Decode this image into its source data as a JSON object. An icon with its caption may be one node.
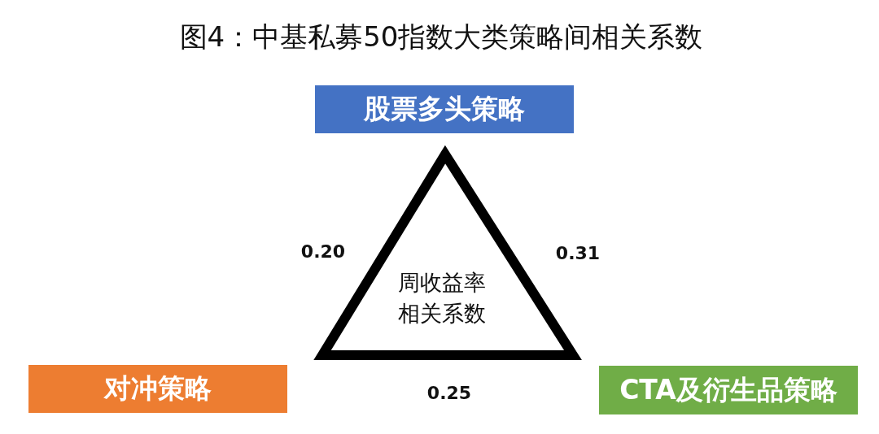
{
  "diagram": {
    "title": "图4：中基私募50指数大类策略间相关系数",
    "nodes": [
      {
        "text": [
          "股票多头策略"
        ]
      },
      {
        "text": [
          "周收益率相关系数"
        ]
      },
      {
        "text": [
          "对冲策略"
        ]
      },
      {
        "text": [
          "CTA及衍生品策略"
        ]
      }
    ],
    "labels": [
      "0.20",
      "0.31",
      "0.25"
    ]
  }
}
